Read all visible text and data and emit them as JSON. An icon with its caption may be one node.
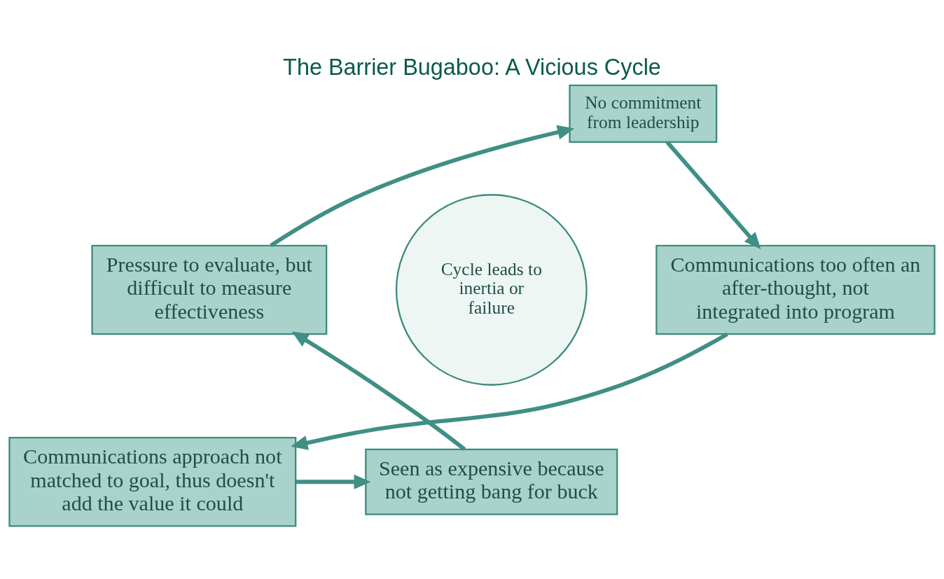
{
  "diagram": {
    "title": "The Barrier Bugaboo: A Vicious Cycle",
    "nodes": [
      {
        "text": [
          "No commitment from leadership"
        ]
      },
      {
        "text": [
          "Communications too often an after-thought, not integrated into program"
        ]
      },
      {
        "text": [
          "Communications approach not matched to goal, thus doesn't add the value it could"
        ]
      },
      {
        "text": [
          "Seen as expensive because not getting bang for buck"
        ]
      },
      {
        "text": [
          "Pressure to evaluate, but difficult to measure effectiveness"
        ]
      },
      {
        "text": [
          "Cycle leads to inertia or failure"
        ]
      }
    ],
    "edges": [
      {
        "from": 0,
        "to": 1,
        "arrow": "to"
      },
      {
        "from": 1,
        "to": 2,
        "arrow": "to"
      },
      {
        "from": 2,
        "to": 3,
        "arrow": "to"
      },
      {
        "from": 3,
        "to": 4,
        "arrow": "to"
      },
      {
        "from": 4,
        "to": 0,
        "arrow": "to"
      }
    ]
  }
}
